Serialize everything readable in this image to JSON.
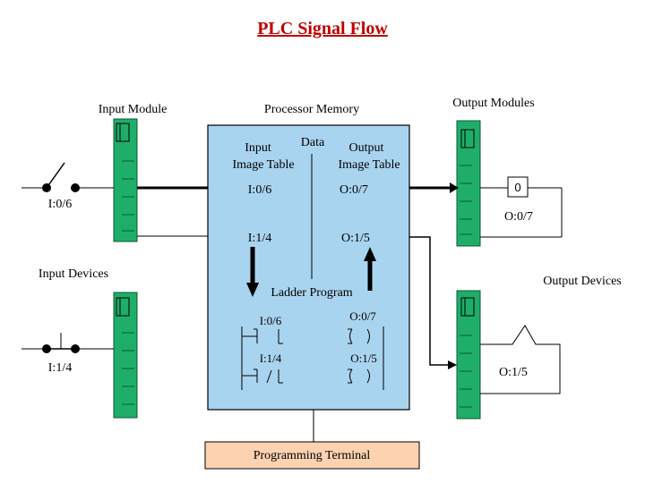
{
  "title": "PLC Signal Flow",
  "labels": {
    "input_module": "Input Module",
    "processor_memory": "Processor Memory",
    "output_modules": "Output Modules",
    "input_image_table_1": "Input",
    "input_image_table_2": "Image Table",
    "data": "Data",
    "output_image_table_1": "Output",
    "output_image_table_2": "Image Table",
    "in_addr_1": "I:0/6",
    "out_addr_1": "O:0/7",
    "in_addr_2": "I:1/4",
    "out_addr_2": "O:1/5",
    "ladder_program": "Ladder Program",
    "rung1_contact": "I:0/6",
    "rung1_coil": "O:0/7",
    "rung2_contact": "I:1/4",
    "rung2_coil": "O:1/5",
    "programming_terminal": "Programming Terminal",
    "input_devices": "Input Devices",
    "output_devices": "Output Devices",
    "switch1_label": "I:0/6",
    "switch2_label": "I:1/4",
    "lamp_label": "O:0/7",
    "lamp_symbol": "0",
    "heater_label": "O:1/5"
  },
  "colors": {
    "title": "#c00000",
    "module": "#1fae6a",
    "processor": "#a9d4ef",
    "terminal": "#fcd2b0"
  }
}
